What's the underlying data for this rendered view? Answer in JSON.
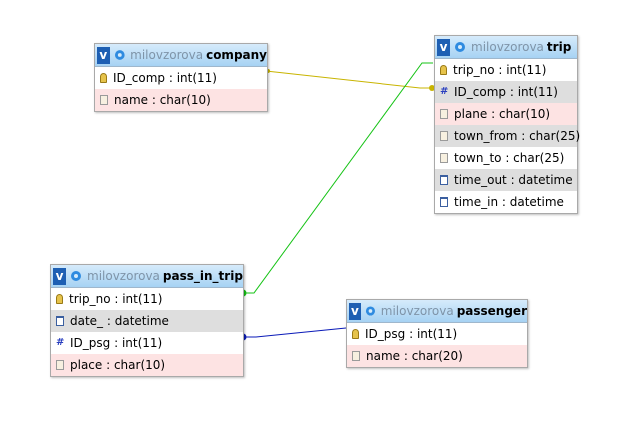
{
  "database": "milovzorova",
  "header_button": "v",
  "colors": {
    "relation_company_trip": "#c8b400",
    "relation_trip_pass": "#16c316",
    "relation_passenger_pass": "#0a1ab8",
    "row_highlight": "#fde3e3",
    "row_grey": "#dedede",
    "header": "#a6d2f3"
  },
  "tables": {
    "company": {
      "name": "company",
      "columns": [
        {
          "label": "ID_comp : int(11)",
          "icon": "primary-key-icon"
        },
        {
          "label": "name : char(10)",
          "icon": "text-field-icon"
        }
      ]
    },
    "trip": {
      "name": "trip",
      "columns": [
        {
          "label": "trip_no : int(11)",
          "icon": "primary-key-icon"
        },
        {
          "label": "ID_comp : int(11)",
          "icon": "numeric-field-icon"
        },
        {
          "label": "plane : char(10)",
          "icon": "text-field-icon"
        },
        {
          "label": "town_from : char(25)",
          "icon": "text-field-icon"
        },
        {
          "label": "town_to : char(25)",
          "icon": "text-field-icon"
        },
        {
          "label": "time_out : datetime",
          "icon": "datetime-field-icon"
        },
        {
          "label": "time_in : datetime",
          "icon": "datetime-field-icon"
        }
      ]
    },
    "pass_in_trip": {
      "name": "pass_in_trip",
      "columns": [
        {
          "label": "trip_no : int(11)",
          "icon": "primary-key-icon"
        },
        {
          "label": "date_ : datetime",
          "icon": "datetime-field-icon"
        },
        {
          "label": "ID_psg : int(11)",
          "icon": "numeric-field-icon"
        },
        {
          "label": "place : char(10)",
          "icon": "text-field-icon"
        }
      ]
    },
    "passenger": {
      "name": "passenger",
      "columns": [
        {
          "label": "ID_psg : int(11)",
          "icon": "primary-key-icon"
        },
        {
          "label": "name : char(20)",
          "icon": "text-field-icon"
        }
      ]
    }
  }
}
